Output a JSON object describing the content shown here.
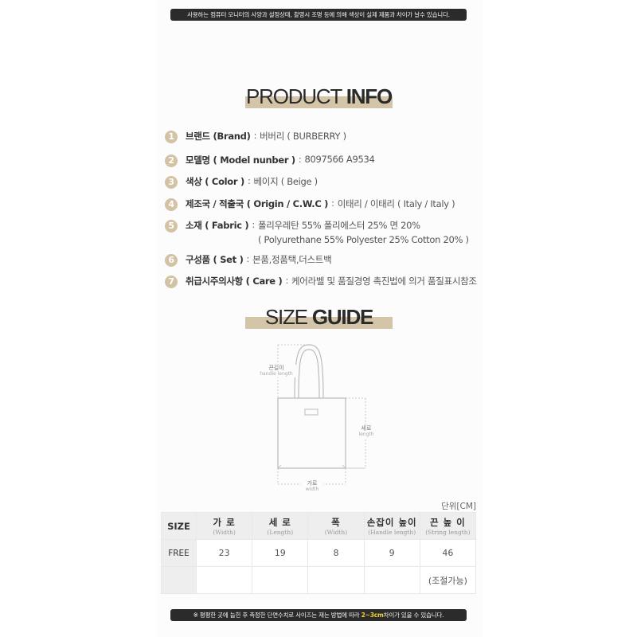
{
  "notices": {
    "top": "사용하는 컴퓨터 모니터의 사양과 설정상태, 촬영시 조명 등에 의해 색상이 실제 제품과 차이가 날수 있습니다.",
    "bottom_prefix": "※ 평평한 곳에 눕힌 후 측정한 단면수치로 사이즈는 재는 방법에 따라 ",
    "bottom_highlight": "2~3cm",
    "bottom_suffix": "차이가 있을 수 있습니다."
  },
  "product_info": {
    "title_light": "PRODUCT ",
    "title_bold": "INFO",
    "items": [
      {
        "num": "1",
        "label": "브랜드 (Brand)",
        "value": "버버리 ( BURBERRY )"
      },
      {
        "num": "2",
        "label": "모델명 ( Model nunber )",
        "value": "8097566 A9534"
      },
      {
        "num": "3",
        "label": "색상 ( Color )",
        "value": "베이지 ( Beige )"
      },
      {
        "num": "4",
        "label": "제조국 / 적출국 ( Origin / C.W.C )",
        "value": "이태리 / 이태리 ( Italy / Italy )"
      },
      {
        "num": "5",
        "label": "소재 ( Fabric )",
        "value": "폴리우레탄 55% 폴리에스터 25% 면 20%",
        "value_sub": "( Polyurethane 55% Polyester 25% Cotton 20% )"
      },
      {
        "num": "6",
        "label": "구성품 ( Set )",
        "value": "본품,정품택,더스트백"
      },
      {
        "num": "7",
        "label": "취급시주의사항 ( Care )",
        "value": "케어라벨 및 품질경영 촉진법에 의거 품질표시참조"
      }
    ],
    "separator": ":"
  },
  "size_guide": {
    "title_light": "SIZE ",
    "title_bold": "GUIDE",
    "diagram": {
      "handle_ko": "끈길이",
      "handle_en": "handle length",
      "length_ko": "세로",
      "length_en": "length",
      "width_ko": "가로",
      "width_en": "width"
    },
    "unit": "단위[CM]",
    "table": {
      "corner": "SIZE",
      "headers": [
        {
          "ko": "가 로",
          "en": "(Width)"
        },
        {
          "ko": "세 로",
          "en": "(Length)"
        },
        {
          "ko": "폭",
          "en": "(Width)"
        },
        {
          "ko": "손잡이 높이",
          "en": "(Handle length)"
        },
        {
          "ko": "끈 높 이",
          "en": "(String length)"
        }
      ],
      "rows": [
        {
          "label": "FREE",
          "cells": [
            "23",
            "19",
            "8",
            "9",
            "46"
          ]
        },
        {
          "label": "",
          "cells": [
            "",
            "",
            "",
            "",
            "(조절가능)"
          ]
        }
      ]
    }
  },
  "colors": {
    "accent_band": "#d4c4a8",
    "number_circle": "#d3c2a3",
    "notice_bg": "#2b2b2b",
    "notice_highlight": "#f5d232",
    "table_header_bg": "#eeeeee"
  }
}
